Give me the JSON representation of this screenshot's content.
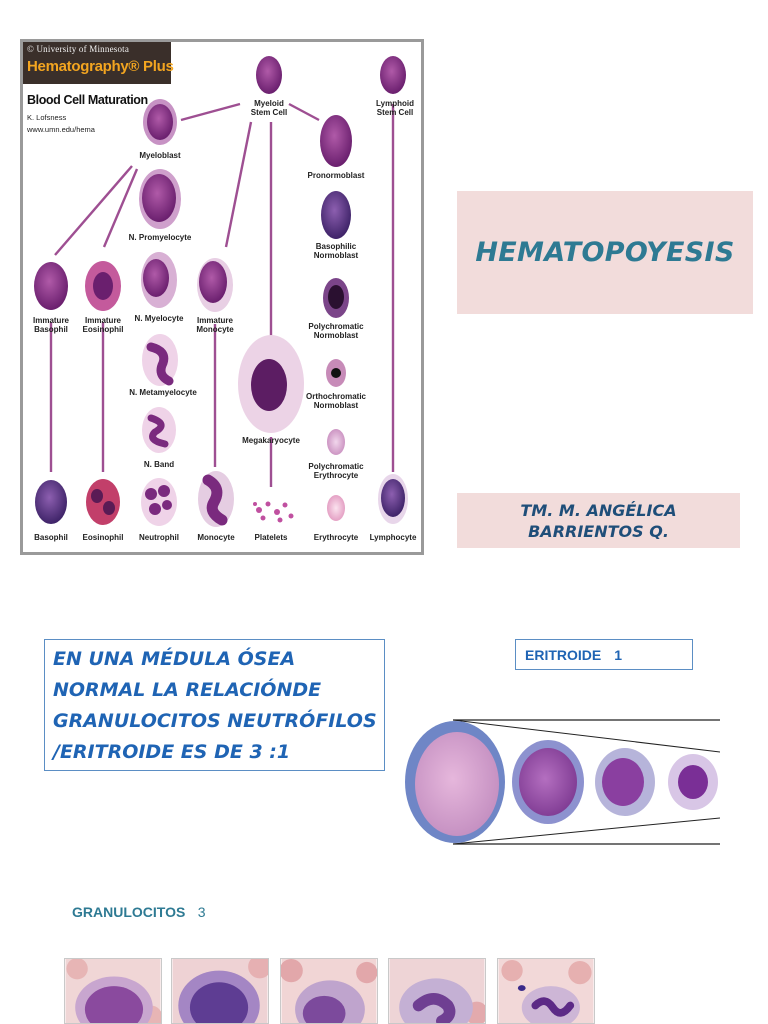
{
  "chart_figure": {
    "copyright": "© University of Minnesota",
    "brand": "Hematography® Plus",
    "title": "Blood Cell Maturation",
    "author": "K. Lofsness",
    "url": "www.umn.edu/hema",
    "labels": {
      "myeloid_stem": [
        "Myeloid",
        "Stem Cell"
      ],
      "lymphoid_stem": [
        "Lymphoid",
        "Stem Cell"
      ],
      "myeloblast": [
        "Myeloblast"
      ],
      "pronormoblast": [
        "Pronormoblast"
      ],
      "promyelocyte": [
        "N. Promyelocyte"
      ],
      "basophilic_normoblast": [
        "Basophilic",
        "Normoblast"
      ],
      "immature_basophil": [
        "Immature",
        "Basophil"
      ],
      "immature_eosinophil": [
        "Immature",
        "Eosinophil"
      ],
      "myelocyte": [
        "N. Myelocyte"
      ],
      "immature_monocyte": [
        "Immature",
        "Monocyte"
      ],
      "polychromatic_normoblast": [
        "Polychromatic",
        "Normoblast"
      ],
      "metamyelocyte": [
        "N. Metamyelocyte"
      ],
      "orthochromatic_normoblast": [
        "Orthochromatic",
        "Normoblast"
      ],
      "megakaryocyte": [
        "Megakaryocyte"
      ],
      "band": [
        "N. Band"
      ],
      "polychromatic_erythrocyte": [
        "Polychromatic",
        "Erythrocyte"
      ],
      "basophil": [
        "Basophil"
      ],
      "eosinophil": [
        "Eosinophil"
      ],
      "neutrophil": [
        "Neutrophil"
      ],
      "monocyte": [
        "Monocyte"
      ],
      "platelets": [
        "Platelets"
      ],
      "erythrocyte": [
        "Erythrocyte"
      ],
      "lymphocyte": [
        "Lymphocyte"
      ]
    }
  },
  "title_box": {
    "title": "HEMATOPOYESIS"
  },
  "author_box": {
    "line1": "TM. M. ANGÉLICA",
    "line2": "BARRIENTOS Q."
  },
  "ratio_statement": {
    "lines": [
      "EN UNA MÉDULA ÓSEA",
      "NORMAL LA RELACIÓNDE",
      "GRANULOCITOS NEUTRÓFILOS",
      "/ERITROIDE ES DE 3 :1"
    ]
  },
  "eritroide": {
    "label": "ERITROIDE",
    "value": "1"
  },
  "granulocitos": {
    "label": "GRANULOCITOS",
    "value": "3"
  },
  "colors": {
    "title_blue": "#2e7a93",
    "author_navy": "#1f4e79",
    "statement_blue": "#1f64b4",
    "box_pink": "#f2dcdb",
    "box_border": "#5b8ec4",
    "cell_purple": "#7a2a7e"
  }
}
